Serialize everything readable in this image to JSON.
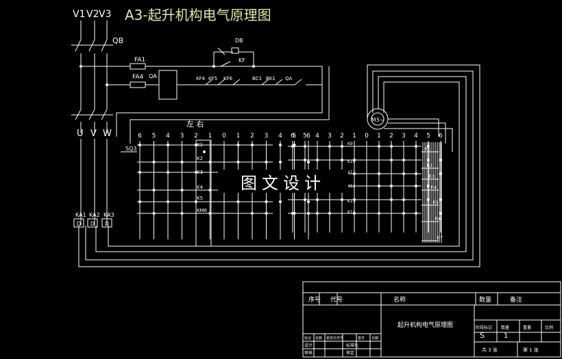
{
  "title": "A3-起升机构电气原理图",
  "watermark": "图文设计",
  "phase_labels_top": [
    "V1",
    "V2",
    "V3"
  ],
  "phase_labels_bottom": [
    "U",
    "V",
    "W"
  ],
  "breaker_label": "QB",
  "fuse_labels": [
    "FA1",
    "FA4"
  ],
  "qa_box_label": "QA",
  "db_label": "DB",
  "kf_label": "KF",
  "chain_contacts": [
    "KF4",
    "KF5",
    "KF6",
    "BC1",
    "BK1",
    "QA"
  ],
  "left_controller_title": "左 右",
  "left_numbers": [
    "6",
    "5",
    "4",
    "3",
    "2",
    "1",
    "0",
    "1",
    "2",
    "3",
    "4",
    "5",
    "6"
  ],
  "right_numbers": [
    "6",
    "5",
    "4",
    "3",
    "2",
    "1",
    "0",
    "1",
    "2",
    "3",
    "4",
    "5",
    "6"
  ],
  "sq_label": "SQ3",
  "k_labels_left": [
    "K1",
    "K2",
    "K3",
    "K4",
    "K5",
    "KM6"
  ],
  "k_labels_right": [
    "K9",
    "K10",
    "K11",
    "K12",
    "K13",
    "K14"
  ],
  "r_labels": [
    "R1",
    "R2",
    "R3",
    "R4",
    "R5",
    "R6",
    "R7"
  ],
  "motor_label": "M3~",
  "relay_labels": [
    "KA1",
    "KA2",
    "KA3"
  ],
  "title_block": {
    "header": [
      "序号",
      "代号",
      "名称",
      "数量",
      "备注"
    ],
    "drawing_name": "起升机构电气原理图",
    "scale_row": [
      "阶段标记",
      "数量",
      "重量",
      "比例"
    ],
    "sheet_letter": "S",
    "sheet_qty": "1",
    "sheet_text": [
      "共 3 张",
      "第 1 张"
    ],
    "sign_row": [
      "标记",
      "处数",
      "更改文件号",
      "签字",
      "日期"
    ],
    "sign_rows_bottom": [
      "设计",
      "标准化",
      "审核",
      "审定"
    ]
  }
}
